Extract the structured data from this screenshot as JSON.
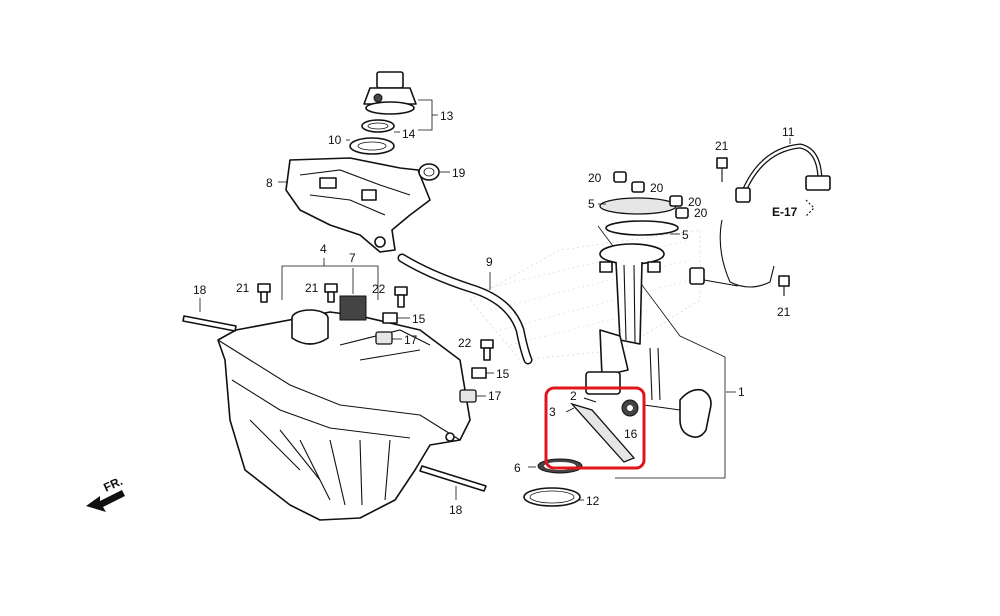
{
  "callouts": {
    "c1": "1",
    "c2": "2",
    "c3": "3",
    "c4": "4",
    "c5a": "5",
    "c5b": "5",
    "c6": "6",
    "c7": "7",
    "c8": "8",
    "c9": "9",
    "c10": "10",
    "c11": "11",
    "c12": "12",
    "c13": "13",
    "c14": "14",
    "c15a": "15",
    "c15b": "15",
    "c16": "16",
    "c17a": "17",
    "c17b": "17",
    "c18a": "18",
    "c18b": "18",
    "c19": "19",
    "c20a": "20",
    "c20b": "20",
    "c20c": "20",
    "c20d": "20",
    "c21a": "21",
    "c21b": "21",
    "c21c": "21",
    "c21d": "21",
    "c22a": "22",
    "c22b": "22"
  },
  "refs": {
    "e17": "E-17",
    "front": "FR."
  },
  "highlight": {
    "color": "#e0161c"
  }
}
